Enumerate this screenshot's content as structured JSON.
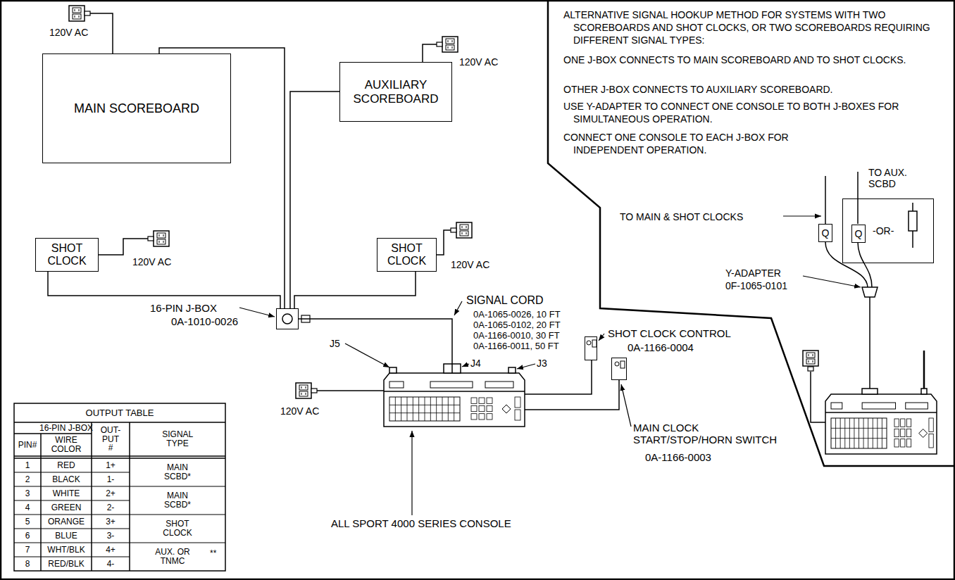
{
  "diagram": {
    "nodes": [
      {
        "text": [
          "MAIN SCOREBOARD"
        ]
      },
      {
        "text": [
          "AUXILIARY SCOREBOARD"
        ]
      },
      {
        "text": [
          "SHOT CLOCK"
        ]
      },
      {
        "text": [
          "SHOT CLOCK"
        ]
      },
      {
        "text": [
          "16-PIN J-BOX",
          "0A-1010-0026"
        ]
      },
      {
        "text": [
          "ALL SPORT 4000 SERIES CONSOLE"
        ]
      },
      {
        "text": [
          "SHOT CLOCK CONTROL",
          "0A-1166-0004"
        ]
      },
      {
        "text": [
          "MAIN CLOCK START/STOP/HORN SWITCH",
          "0A-1166-0003"
        ]
      },
      {
        "text": [
          "Q"
        ]
      },
      {
        "text": [
          "TO AUX. SCBD",
          "-OR-"
        ]
      },
      {
        "text": [
          "Q"
        ],
        "in": 9
      }
    ],
    "edges": [
      {
        "from": 0,
        "to": 4,
        "arrow": "none"
      },
      {
        "from": 1,
        "to": 4,
        "arrow": "none"
      },
      {
        "from": 2,
        "to": 4,
        "arrow": "none"
      },
      {
        "from": 3,
        "to": 4,
        "arrow": "none"
      },
      {
        "from": 4,
        "to": 5,
        "arrow": "none"
      },
      {
        "from": 5,
        "to": 6,
        "arrow": "none"
      },
      {
        "from": 5,
        "to": 7,
        "arrow": "none"
      }
    ],
    "labels": [
      "120V AC",
      "120V AC",
      "120V AC",
      "120V AC",
      "120V AC",
      "SIGNAL CORD",
      "0A-1065-0026, 10 FT",
      "0A-1065-0102, 20 FT",
      "0A-1166-0010, 30 FT",
      "0A-1166-0011, 50 FT",
      "J5",
      "J4",
      "J3",
      "ALTERNATIVE SIGNAL HOOKUP METHOD FOR SYSTEMS WITH TWO SCOREBOARDS AND SHOT CLOCKS, OR TWO SCOREBOARDS REQUIRING DIFFERENT SIGNAL TYPES:",
      "ONE J-BOX CONNECTS TO MAIN SCOREBOARD AND TO SHOT CLOCKS.",
      "OTHER J-BOX CONNECTS TO AUXILIARY SCOREBOARD.",
      "USE Y-ADAPTER TO CONNECT ONE CONSOLE TO BOTH J-BOXES FOR SIMULTANEOUS OPERATION.",
      "CONNECT ONE CONSOLE TO EACH J-BOX FOR INDEPENDENT OPERATION.",
      "TO MAIN & SHOT CLOCKS",
      "Y-ADAPTER",
      "0F-1065-0101",
      "OUTPUT TABLE",
      "16-PIN J-BOX",
      "PIN#",
      "WIRE COLOR",
      "OUT- PUT #",
      "SIGNAL TYPE",
      "1",
      "RED",
      "1+",
      "2",
      "BLACK",
      "1-",
      "3",
      "WHITE",
      "2+",
      "4",
      "GREEN",
      "2-",
      "5",
      "ORANGE",
      "3+",
      "6",
      "BLUE",
      "3-",
      "7",
      "WHT/BLK",
      "4+",
      "8",
      "RED/BLK",
      "4-",
      "MAIN SCBD*",
      "MAIN SCBD*",
      "SHOT CLOCK",
      "AUX. OR TNMC",
      "**"
    ]
  }
}
